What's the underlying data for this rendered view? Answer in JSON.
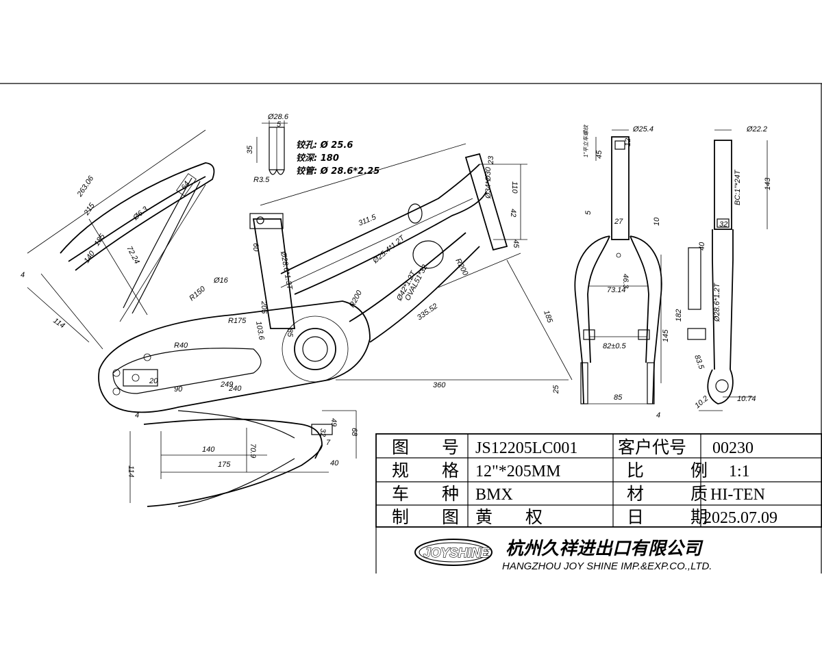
{
  "notes": {
    "bore": "铰孔:  Ø 25.6",
    "depth": "铰深: 180",
    "tube": "铰管: Ø 28.6*2.25"
  },
  "dims": {
    "hinge_d": "Ø28.6",
    "hinge_w": "5",
    "hinge_h": "35",
    "hinge_r": "R3.5",
    "rear_263": "263.06",
    "rear_215": "215",
    "rear_185": "185",
    "rear_140": "140",
    "rear_114": "114",
    "rear_4": "4",
    "rear_64": "64",
    "rear_72": "72.24",
    "rear_d63": "Ø6.3",
    "top_d16": "Ø16",
    "top_r150": "R150",
    "top_205": "205",
    "top_r175": "R175",
    "top_r40": "R40",
    "top_60": "60",
    "top_d286": "Ø28.6*1.3T",
    "top_1036": "103.6",
    "top_85": "85",
    "top_20": "20",
    "top_90": "90",
    "top_249": "249",
    "top_240": "240",
    "tt_3115": "311.5",
    "tt_d254": "Ø25.4*1.2T",
    "dt_d42": "Ø42*1.2T",
    "dt_oval": "OVAL51*32",
    "dt_r200a": "R200",
    "dt_r200b": "R200",
    "dt_33552": "335.52",
    "ht_23": "23",
    "ht_d34": "Ø34*Ø30",
    "ht_110": "110",
    "ht_42": "42",
    "ht_45": "45",
    "ht_185": "185",
    "bb_360": "360",
    "bb_25": "25",
    "cs_49": "49",
    "cs_68": "68",
    "cs_32": "32",
    "cs_40": "40",
    "cs_7": "7",
    "cs_140": "140",
    "cs_175": "175",
    "cs_709": "70.9",
    "cs_114": "114",
    "cs_4": "4",
    "fk_d254": "Ø25.4",
    "fk_12": "12",
    "fk_45": "45",
    "fk_27": "27",
    "fk_10": "10",
    "fk_5": "5",
    "fk_463": "46.3",
    "fk_7314": "73.14",
    "fk_82": "82±0.5",
    "fk_145": "145",
    "fk_85": "85",
    "fk_4": "4",
    "fk_40": "40",
    "fk_182": "182",
    "fk_d286": "Ø28.6*1.2T",
    "fk_835": "83.5",
    "fk_102": "10.2",
    "fk_1074": "10.74",
    "fk_d222": "Ø22.2",
    "fk_143": "143",
    "fk_32": "32",
    "fk_bc": "BC:1\"*24T",
    "fk_thread": "1\"平立车螺纹"
  },
  "title_block": {
    "drawing_no_label": "图 号",
    "drawing_no": "JS12205LC001",
    "customer_code_label": "客户代号",
    "customer_code": "00230",
    "spec_label": "规 格",
    "spec": "12\"*205MM",
    "scale_label": "比 例",
    "scale": "1:1",
    "bike_type_label": "车 种",
    "bike_type": "BMX",
    "material_label": "材 质",
    "material": "HI-TEN",
    "drawn_by_label": "制 图",
    "drawn_by": "黄 权",
    "date_label": "日 期",
    "date": "2025.07.09"
  },
  "company": {
    "logo": "JOYSHINE",
    "name_cn": "杭州久祥进出口有限公司",
    "name_en": "HANGZHOU JOY SHINE IMP.&EXP.CO.,LTD."
  }
}
